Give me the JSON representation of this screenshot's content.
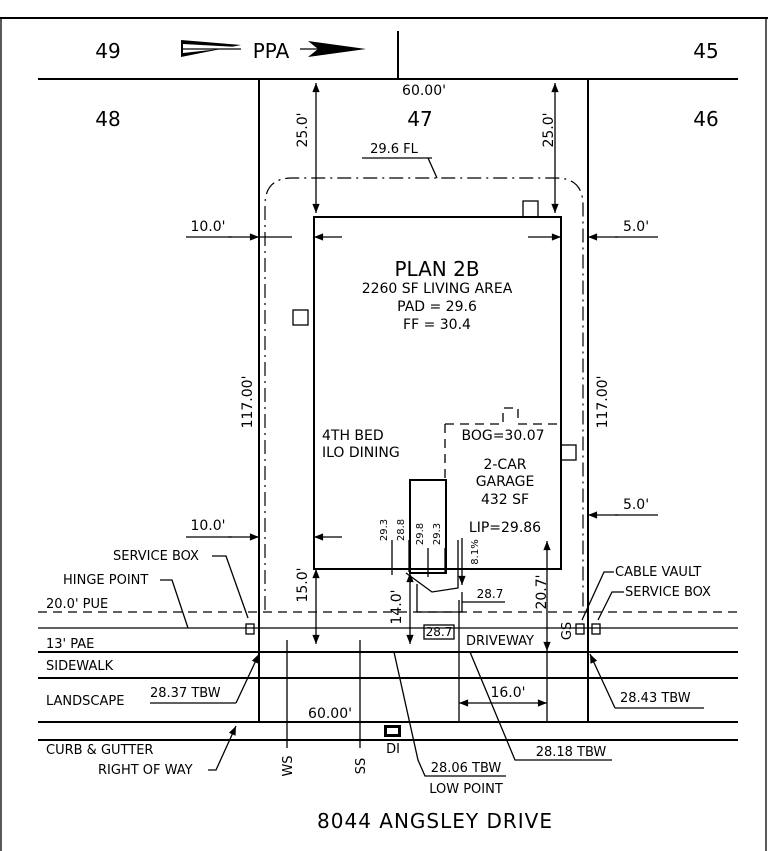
{
  "lots": {
    "top_left": "49",
    "top_right": "45",
    "left": "48",
    "center": "47",
    "right": "46"
  },
  "north_arrow": "PPA",
  "plan": {
    "title": "PLAN 2B",
    "living_area": "2260 SF LIVING AREA",
    "pad": "PAD = 29.6",
    "ff": "FF = 30.4",
    "bed_line1": "4TH BED",
    "bed_line2": "ILO DINING"
  },
  "garage": {
    "bog": "BOG=30.07",
    "line1": "2-CAR",
    "line2": "GARAGE",
    "area": "432 SF",
    "lip": "LIP=29.86"
  },
  "dims": {
    "lot_width_top": "60.00'",
    "lot_width_bottom": "60.00'",
    "rear_left": "25.0'",
    "rear_right": "25.0'",
    "fl": "29.6 FL",
    "side_left_top": "10.0'",
    "side_left_bottom": "10.0'",
    "side_right_top": "5.0'",
    "side_right_bottom": "5.0'",
    "depth_left": "117.00'",
    "depth_right": "117.00'",
    "front_left": "15.0'",
    "front_mid": "14.0'",
    "front_right": "20.7'",
    "slope": "8.1%",
    "driveway_width": "16.0'"
  },
  "spot_grades": {
    "g1": "29.3",
    "g2": "28.8",
    "g3": "29.8",
    "g4": "29.3",
    "g5": "28.7",
    "g6": "28.7"
  },
  "labels": {
    "service_box_left": "SERVICE BOX",
    "hinge_point": "HINGE POINT",
    "pue": "20.0' PUE",
    "pae": "13' PAE",
    "sidewalk": "SIDEWALK",
    "landscape": "LANDSCAPE",
    "tbw_left": "28.37 TBW",
    "curb": "CURB & GUTTER",
    "row": "RIGHT OF WAY",
    "ws": "WS",
    "ss": "SS",
    "di": "DI",
    "tbw_low": "28.06 TBW",
    "low_point": "LOW POINT",
    "tbw_mid": "28.18 TBW",
    "tbw_right": "28.43 TBW",
    "cable_vault": "CABLE VAULT",
    "service_box_right": "SERVICE BOX",
    "gs": "GS",
    "driveway": "DRIVEWAY"
  },
  "address": "8044 ANGSLEY DRIVE"
}
